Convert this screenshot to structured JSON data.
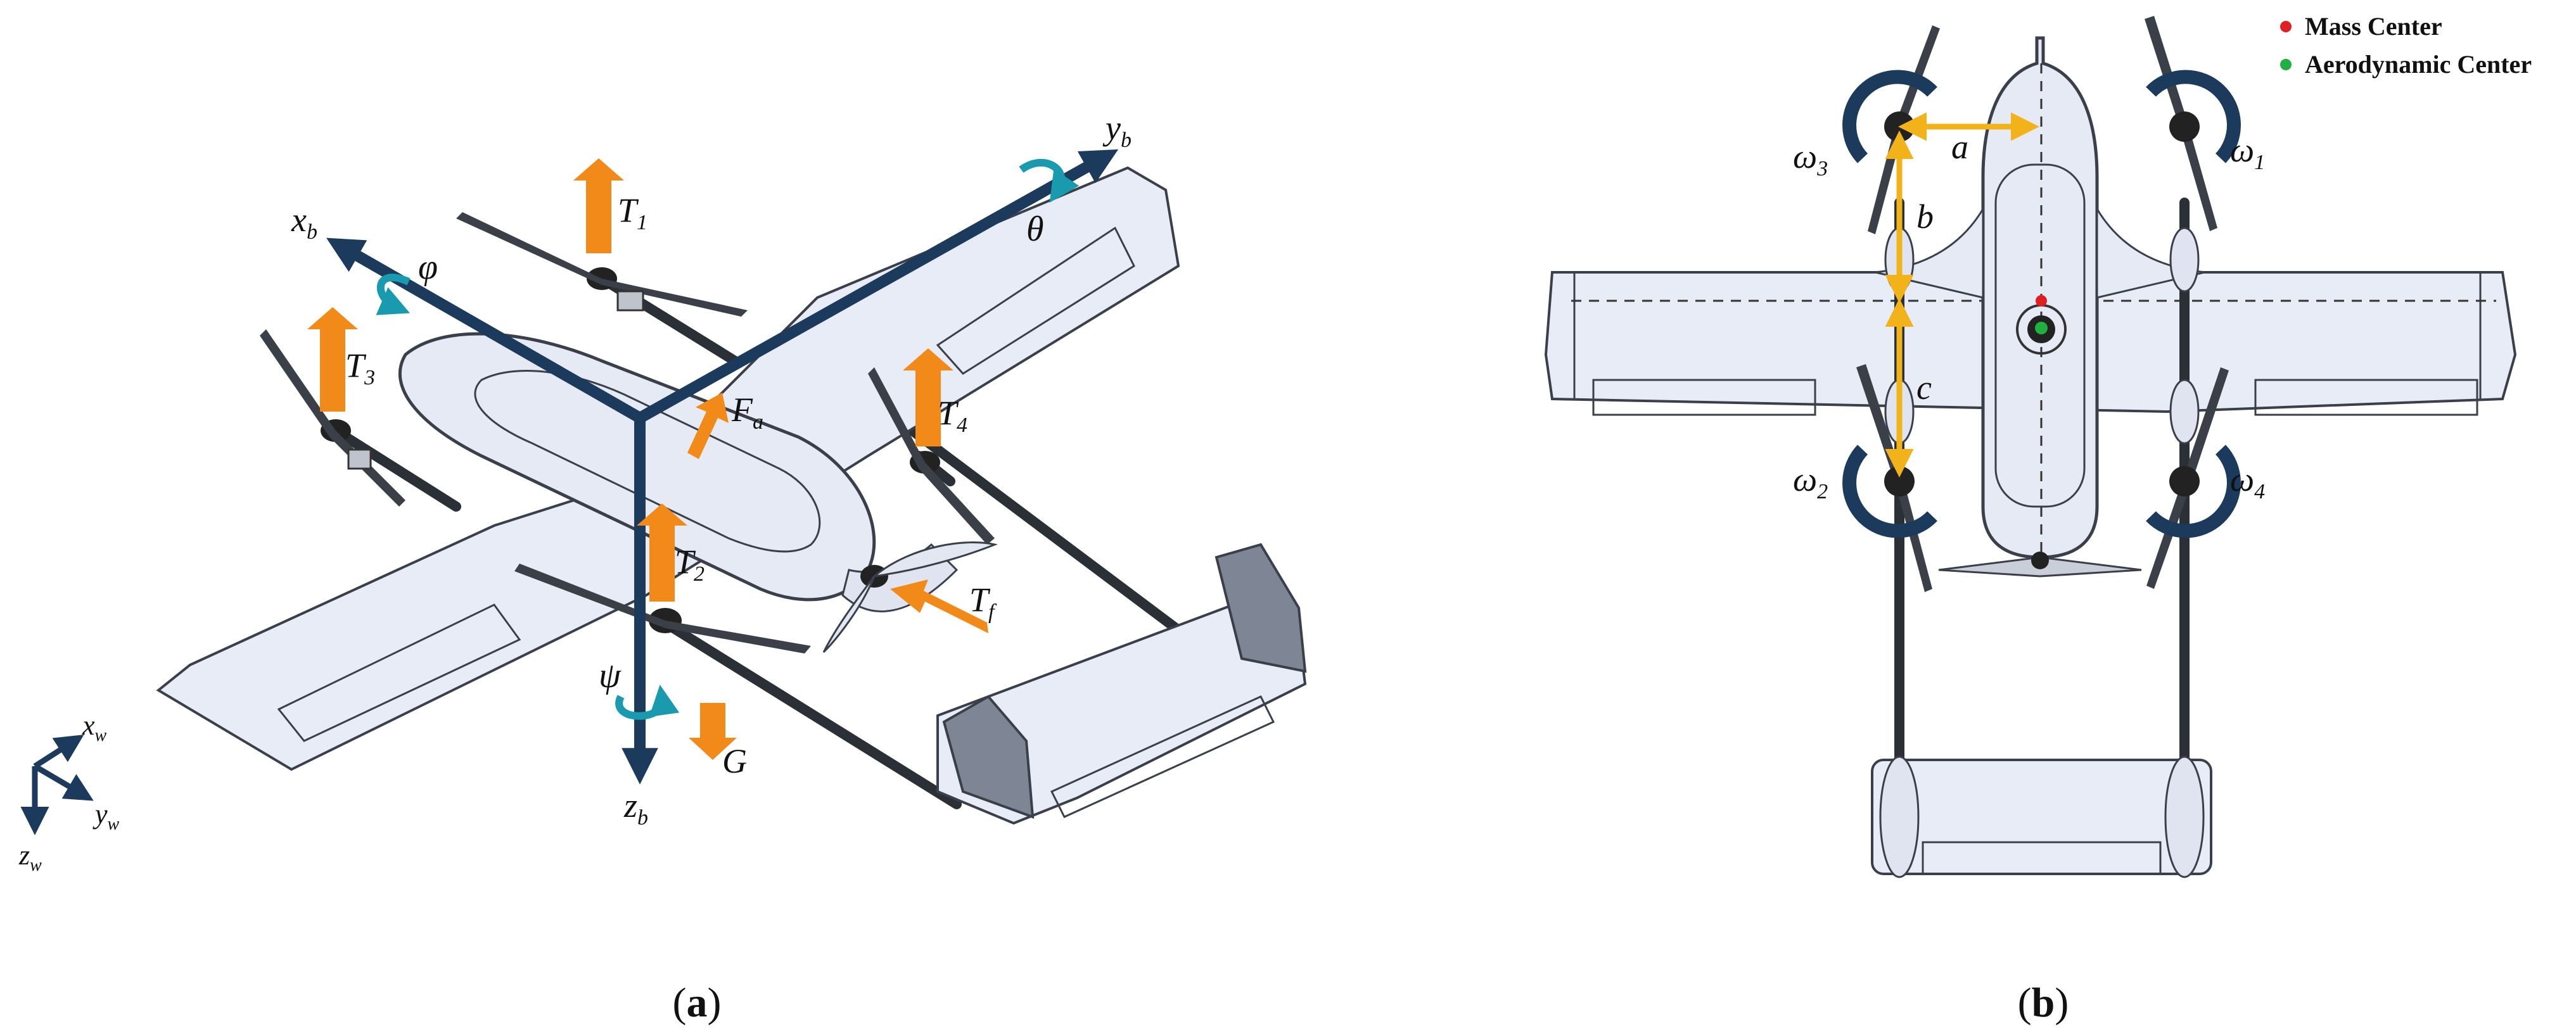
{
  "panel_a": {
    "caption_open": "(",
    "caption_letter": "a",
    "caption_close": ")",
    "body_axes": {
      "x": "x",
      "x_sub": "b",
      "y": "y",
      "y_sub": "b",
      "z": "z",
      "z_sub": "b"
    },
    "world_axes": {
      "x": "x",
      "x_sub": "w",
      "y": "y",
      "y_sub": "w",
      "z": "z",
      "z_sub": "w"
    },
    "angles": {
      "roll": "φ",
      "pitch": "θ",
      "yaw": "ψ"
    },
    "thrusts": [
      {
        "main": "T",
        "sub": "1"
      },
      {
        "main": "T",
        "sub": "2"
      },
      {
        "main": "T",
        "sub": "3"
      },
      {
        "main": "T",
        "sub": "4"
      }
    ],
    "forward_thrust": {
      "main": "T",
      "sub": "f"
    },
    "aero_force": {
      "main": "F",
      "sub": "a"
    },
    "gravity": "G"
  },
  "panel_b": {
    "caption_open": "(",
    "caption_letter": "b",
    "caption_close": ")",
    "legend": [
      {
        "label": "Mass Center",
        "color": "#e02020"
      },
      {
        "label": "Aerodynamic Center",
        "color": "#20b040"
      }
    ],
    "rotor_speeds": [
      {
        "main": "ω",
        "sub": "1"
      },
      {
        "main": "ω",
        "sub": "2"
      },
      {
        "main": "ω",
        "sub": "3"
      },
      {
        "main": "ω",
        "sub": "4"
      }
    ],
    "dimensions": {
      "a": "a",
      "b": "b",
      "c": "c"
    }
  },
  "colors": {
    "axis": "#1b3a5c",
    "force": "#f28a1a",
    "angle": "#1a9aae",
    "body_fill": "#e8ecf6",
    "outline": "#3a3f4a",
    "dim": "#f2b21a"
  }
}
